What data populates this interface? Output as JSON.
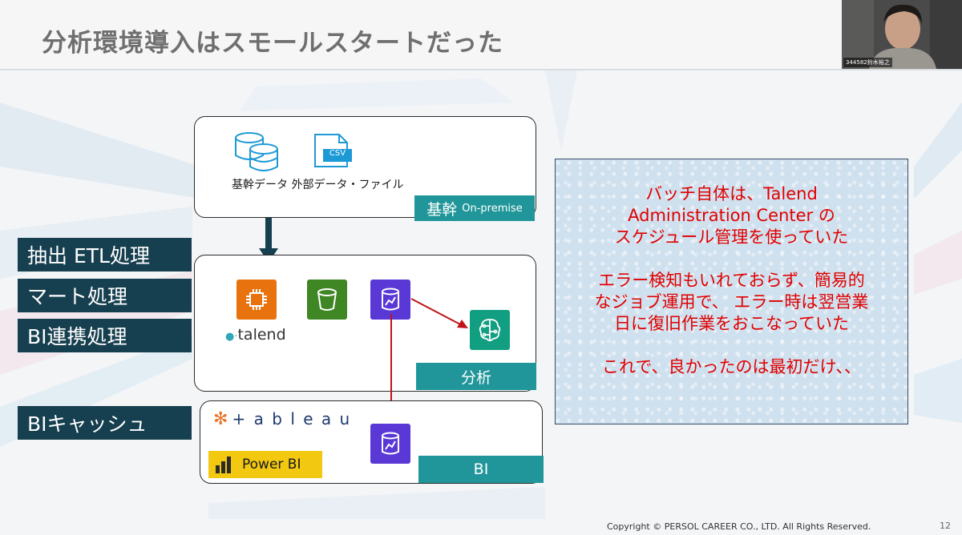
{
  "slide": {
    "title": "分析環境導入はスモールスタートだった",
    "page_number": "12",
    "copyright": "Copyright © PERSOL CAREER CO., LTD. All Rights Reserved."
  },
  "webcam": {
    "participant_name": "344582鈴木裕之"
  },
  "core_box": {
    "csv_label": "CSV",
    "captions": "基幹データ 外部データ・ファイル",
    "tag_main": "基幹",
    "tag_sub": "On-premise"
  },
  "analysis_box": {
    "talend_label": "talend",
    "tag": "分析"
  },
  "bi_box": {
    "tableau_label": "+ a b l e a u",
    "powerbi_label": "Power BI",
    "tag": "BI"
  },
  "side_labels": [
    "抽出 ETL処理",
    "マート処理",
    "BI連携処理",
    "BIキャッシュ"
  ],
  "note": {
    "paragraphs": [
      [
        "バッチ自体は、Talend",
        "Administration Center の",
        "スケジュール管理を使っていた"
      ],
      [
        "エラー検知もいれておらず、簡易的",
        "なジョブ運用で、 エラー時は翌営業",
        "日に復旧作業をおこなっていた"
      ],
      [
        "これで、良かったのは最初だけ、、"
      ]
    ]
  },
  "colors": {
    "label_bg": "#163f4f",
    "tag_bg": "#21969a",
    "arrow": "#c0141a",
    "note_text": "#e00000",
    "aws_orange": "#e7720e",
    "aws_green": "#3f8624",
    "aws_purple": "#5a38d6",
    "aws_teal": "#119e81"
  },
  "icons": [
    "database-icon",
    "csv-file-icon",
    "ec2-icon",
    "s3-bucket-icon",
    "redshift-icon",
    "sagemaker-icon",
    "talend-logo",
    "tableau-logo",
    "powerbi-logo"
  ]
}
